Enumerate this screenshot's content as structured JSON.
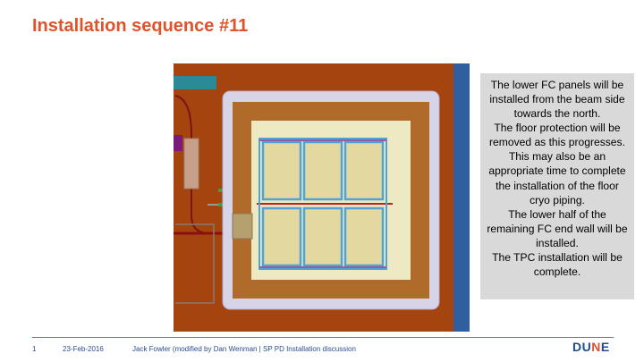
{
  "slide": {
    "title": "Installation sequence #11"
  },
  "description": {
    "paragraphs": [
      "The lower FC panels will be installed from the beam side towards the north.",
      "The floor protection will be removed as this progresses.",
      "This may also be an appropriate time to complete the installation of the floor cryo piping.",
      "The lower half of the remaining FC end wall will be installed.",
      "The TPC installation will be complete."
    ]
  },
  "footer": {
    "page_number": "1",
    "date": "23-Feb-2016",
    "text": "Jack Fowler (modified by Dan Wenman | SP PD Installation discussion",
    "logo": "DUNE"
  },
  "colors": {
    "title": "#e0522a",
    "footer_text": "#2a4d8f",
    "text_box": "#d9d9d9",
    "floor_orange": "#a5440f",
    "cryostat_frame": "#d8d4e8",
    "cryostat_wall": "#b06a2a",
    "cryostat_floor": "#ede9c2",
    "panel_blue": "#4fa3d6",
    "panel_fill": "#e3d9a0",
    "side_blue": "#2f5f9e"
  }
}
